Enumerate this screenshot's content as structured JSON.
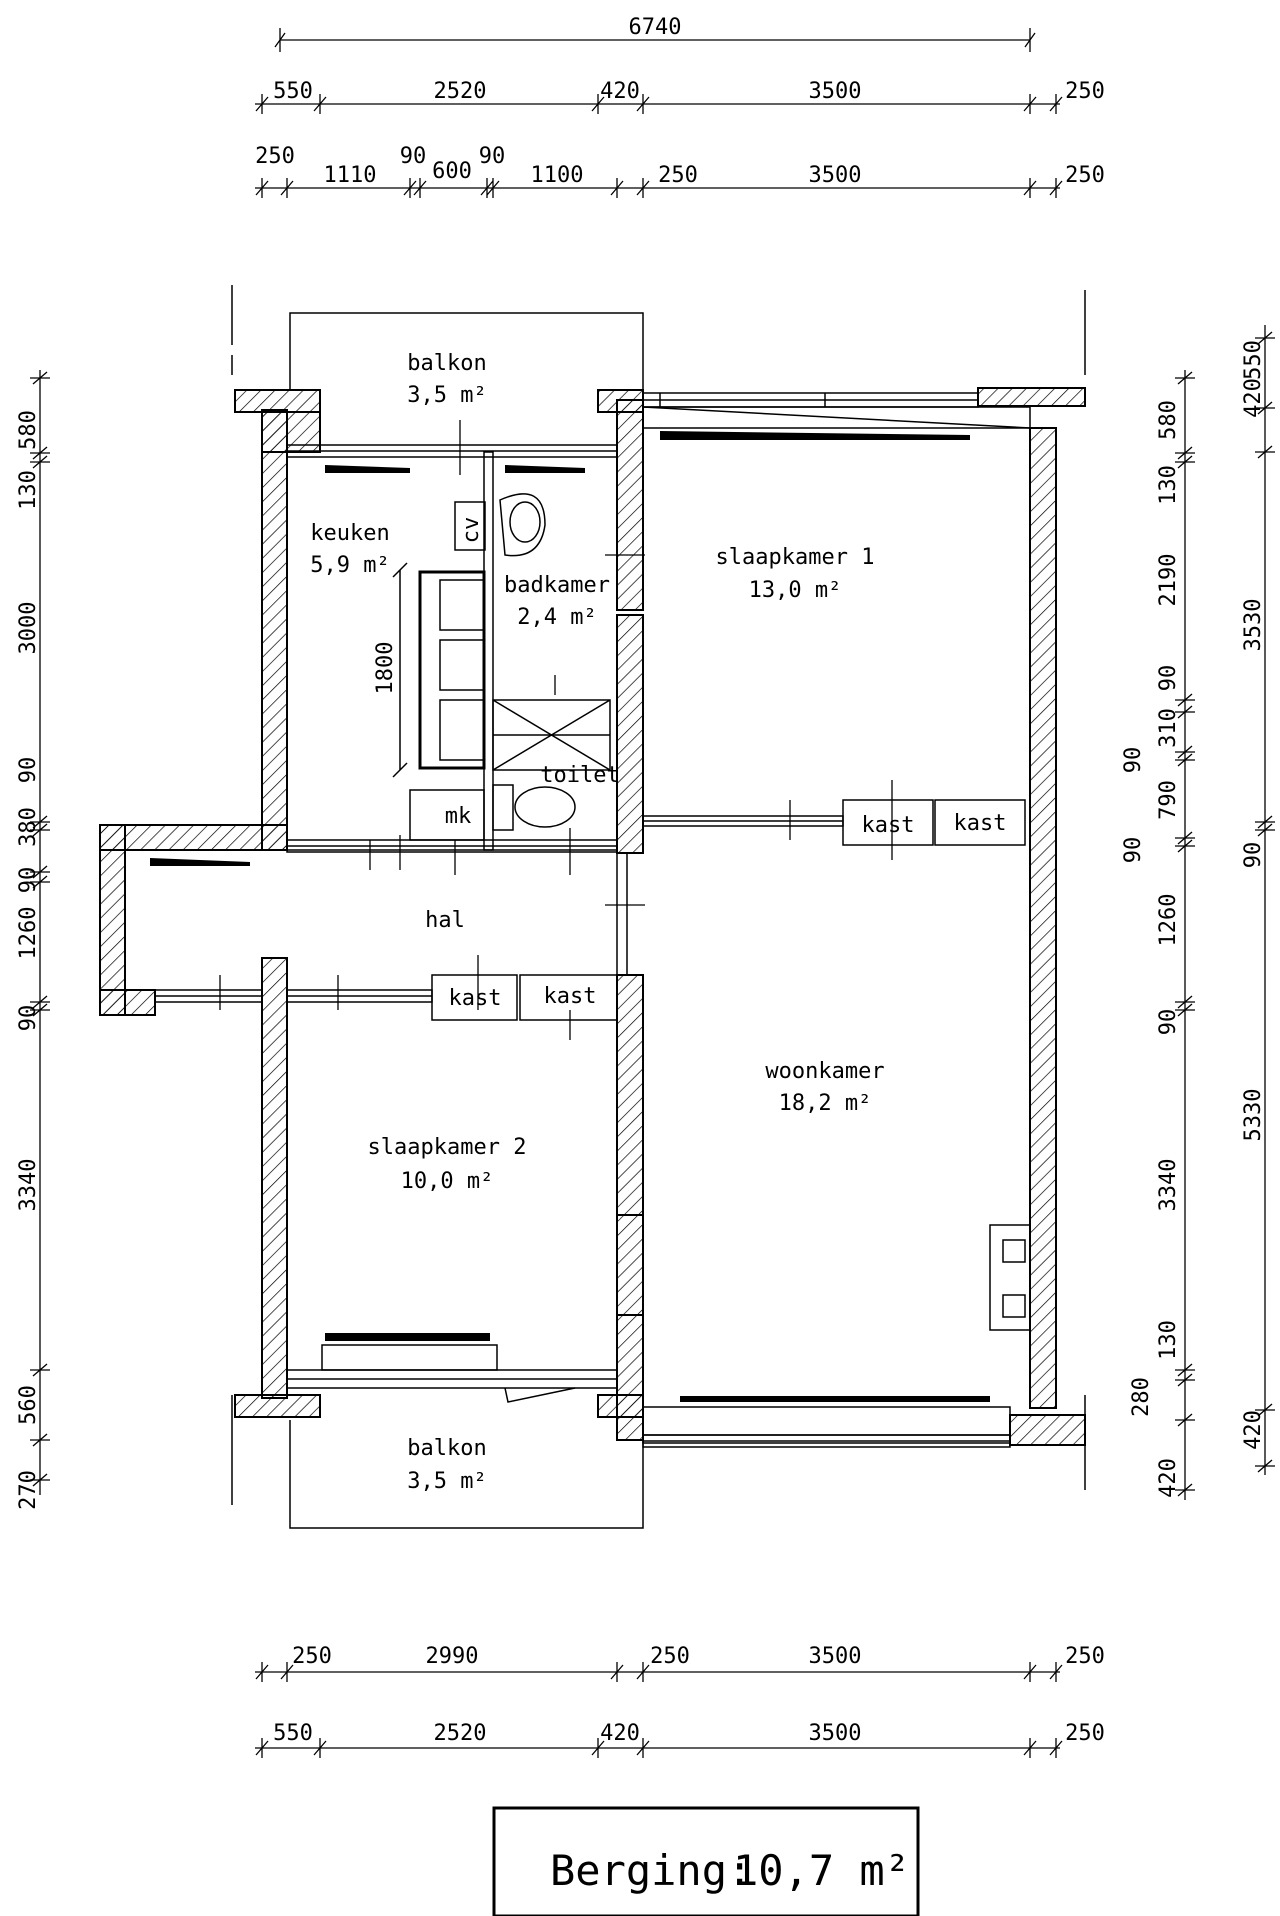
{
  "dims": {
    "top_total": "6740",
    "top_row2": [
      "550",
      "2520",
      "420",
      "3500",
      "250"
    ],
    "top_row3": [
      "250",
      "1110",
      "90",
      "600",
      "90",
      "1100",
      "250",
      "3500",
      "250"
    ],
    "bottom_row1": [
      "250",
      "2990",
      "250",
      "3500",
      "250"
    ],
    "bottom_row2": [
      "550",
      "2520",
      "420",
      "3500",
      "250"
    ],
    "left": [
      "580",
      "130",
      "3000",
      "90",
      "380",
      "90",
      "1260",
      "90",
      "3340",
      "560",
      "270"
    ],
    "right_inner": [
      "580",
      "130",
      "2190",
      "90",
      "310",
      "90",
      "790",
      "90",
      "1260",
      "90",
      "3340",
      "130",
      "280",
      "420"
    ],
    "right_outer": [
      "550",
      "420",
      "3530",
      "90",
      "5330",
      "420"
    ],
    "kitchen_counter": "1800"
  },
  "rooms": {
    "balkon_top": {
      "name": "balkon",
      "area": "3,5 m²"
    },
    "keuken": {
      "name": "keuken",
      "area": "5,9 m²"
    },
    "badkamer": {
      "name": "badkamer",
      "area": "2,4 m²"
    },
    "slaapkamer1": {
      "name": "slaapkamer 1",
      "area": "13,0 m²"
    },
    "toilet": "toilet",
    "cv": "cv",
    "mk": "mk",
    "hal": "hal",
    "kast": "kast",
    "woonkamer": {
      "name": "woonkamer",
      "area": "18,2 m²"
    },
    "slaapkamer2": {
      "name": "slaapkamer 2",
      "area": "10,0 m²"
    },
    "balkon_bottom": {
      "name": "balkon",
      "area": "3,5 m²"
    }
  },
  "storage": {
    "label": "Berging:",
    "area": "10,7 m²"
  },
  "colors": {
    "line": "#000000",
    "background": "#ffffff"
  }
}
